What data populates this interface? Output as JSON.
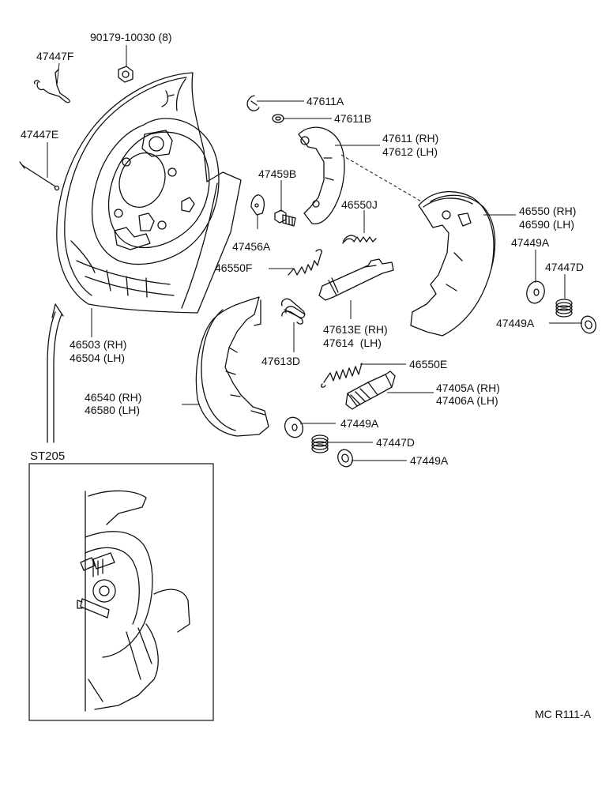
{
  "callouts": {
    "nut_90179": "90179-10030 (8)",
    "p47447F": "47447F",
    "p47447E": "47447E",
    "p47611A": "47611A",
    "p47611B": "47611B",
    "p47611_rh": "47611 (RH)",
    "p47612_lh": "47612 (LH)",
    "p47459B": "47459B",
    "p46550J": "46550J",
    "p46550_rh": "46550 (RH)",
    "p46590_lh": "46590 (LH)",
    "p47456A": "47456A",
    "p47449A_1": "47449A",
    "p47447D_1": "47447D",
    "p46550F": "46550F",
    "p47449A_2": "47449A",
    "p47613E_rh": "47613E (RH)",
    "p47614_lh": "47614  (LH)",
    "p46503_rh": "46503 (RH)",
    "p46504_lh": "46504 (LH)",
    "p47613D": "47613D",
    "p46550E": "46550E",
    "p47405A_rh": "47405A (RH)",
    "p47406A_lh": "47406A (LH)",
    "p46540_rh": "46540 (RH)",
    "p46580_lh": "46580 (LH)",
    "p47449A_3": "47449A",
    "p47447D_2": "47447D",
    "p47449A_4": "47449A"
  },
  "inset": {
    "title": "ST205"
  },
  "footer": {
    "code": "MC R111-A"
  }
}
